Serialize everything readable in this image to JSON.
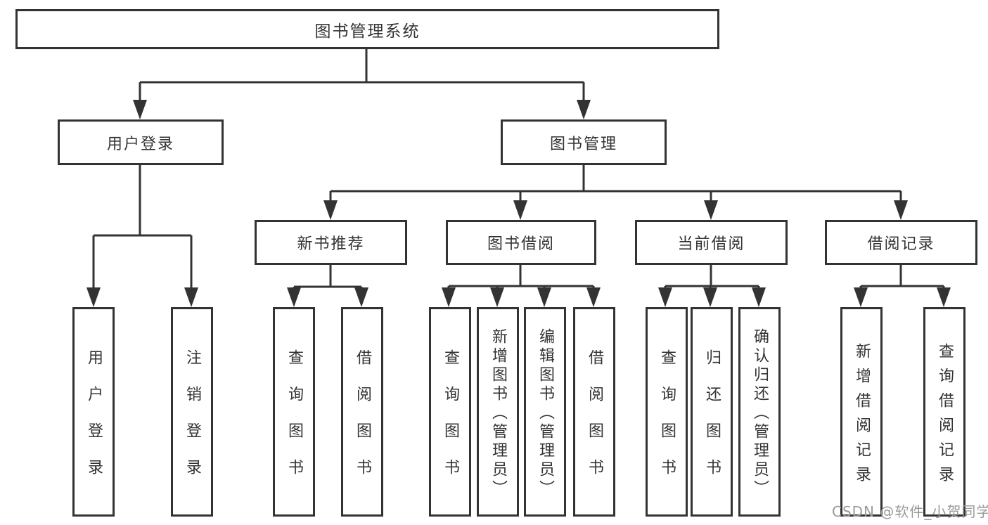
{
  "diagram": {
    "title": "图书管理系统",
    "watermark": "CSDN @软件_小贺同学",
    "colors": {
      "line": "#333333",
      "box_border": "#333333",
      "box_fill": "#ffffff",
      "text": "#333333",
      "watermark": "#9a9a9a"
    },
    "nodes": {
      "root": {
        "label": "图书管理系统",
        "children": [
          "user_login",
          "book_mgmt"
        ]
      },
      "user_login": {
        "label": "用户登录",
        "children": [
          "user_login_leaf",
          "logout_leaf"
        ]
      },
      "book_mgmt": {
        "label": "图书管理",
        "children": [
          "new_book_rec",
          "book_borrow",
          "current_borrow",
          "borrow_records"
        ]
      },
      "new_book_rec": {
        "label": "新书推荐",
        "children": [
          "rec_query",
          "rec_borrow"
        ]
      },
      "book_borrow": {
        "label": "图书借阅",
        "children": [
          "bb_query",
          "bb_add",
          "bb_edit",
          "bb_borrow"
        ]
      },
      "current_borrow": {
        "label": "当前借阅",
        "children": [
          "cb_query",
          "cb_return",
          "cb_confirm"
        ]
      },
      "borrow_records": {
        "label": "借阅记录",
        "children": [
          "br_add",
          "br_query"
        ]
      },
      "user_login_leaf": {
        "label": "用户登录"
      },
      "logout_leaf": {
        "label": "注销登录"
      },
      "rec_query": {
        "label": "查询图书"
      },
      "rec_borrow": {
        "label": "借阅图书"
      },
      "bb_query": {
        "label": "查询图书"
      },
      "bb_add": {
        "label": "新增图书（管理员）"
      },
      "bb_edit": {
        "label": "编辑图书（管理员）"
      },
      "bb_borrow": {
        "label": "借阅图书"
      },
      "cb_query": {
        "label": "查询图书"
      },
      "cb_return": {
        "label": "归还图书"
      },
      "cb_confirm": {
        "label": "确认归还（管理员）"
      },
      "br_add": {
        "label": "新增借阅记录"
      },
      "br_query": {
        "label": "查询借阅记录"
      }
    }
  }
}
